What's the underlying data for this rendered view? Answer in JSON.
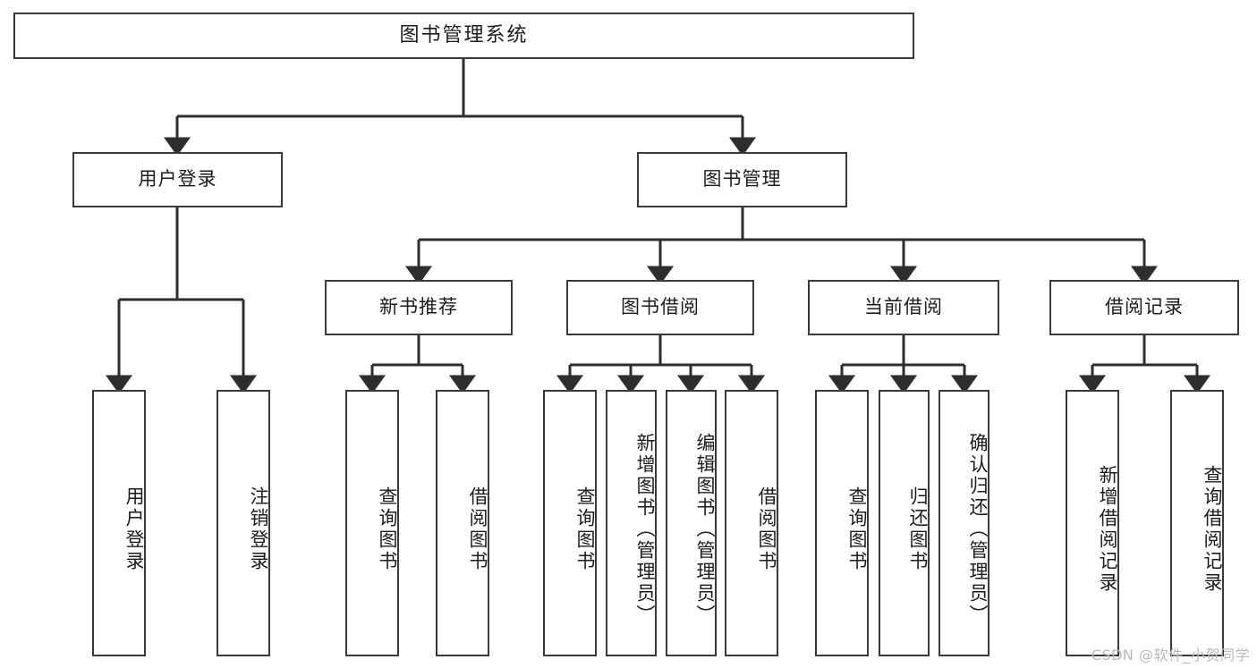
{
  "diagram": {
    "title": "图书管理系统",
    "type": "tree-hierarchy-diagram",
    "colors": {
      "box_border": "#3a3a3a",
      "box_fill": "#ffffff",
      "connector": "#2e2e2e",
      "text": "#1c1c1c",
      "watermark": "#b9b9b9"
    },
    "levels": {
      "root": {
        "label": "图书管理系统"
      },
      "level2": [
        {
          "label": "用户登录"
        },
        {
          "label": "图书管理"
        }
      ],
      "level3": [
        {
          "label": "新书推荐"
        },
        {
          "label": "图书借阅"
        },
        {
          "label": "当前借阅"
        },
        {
          "label": "借阅记录"
        }
      ],
      "leaves": [
        {
          "label": "用户登录",
          "parent": "用户登录"
        },
        {
          "label": "注销登录",
          "parent": "用户登录"
        },
        {
          "label": "查询图书",
          "parent": "新书推荐"
        },
        {
          "label": "借阅图书",
          "parent": "新书推荐"
        },
        {
          "label": "查询图书",
          "parent": "图书借阅"
        },
        {
          "label": "新增图书（管理员）",
          "parent": "图书借阅"
        },
        {
          "label": "编辑图书（管理员）",
          "parent": "图书借阅"
        },
        {
          "label": "借阅图书",
          "parent": "图书借阅"
        },
        {
          "label": "查询图书",
          "parent": "当前借阅"
        },
        {
          "label": "归还图书",
          "parent": "当前借阅"
        },
        {
          "label": "确认归还（管理员）",
          "parent": "当前借阅"
        },
        {
          "label": "新增借阅记录",
          "parent": "借阅记录"
        },
        {
          "label": "查询借阅记录",
          "parent": "借阅记录"
        }
      ]
    },
    "watermark": "CSDN @软件_小贺同学"
  }
}
